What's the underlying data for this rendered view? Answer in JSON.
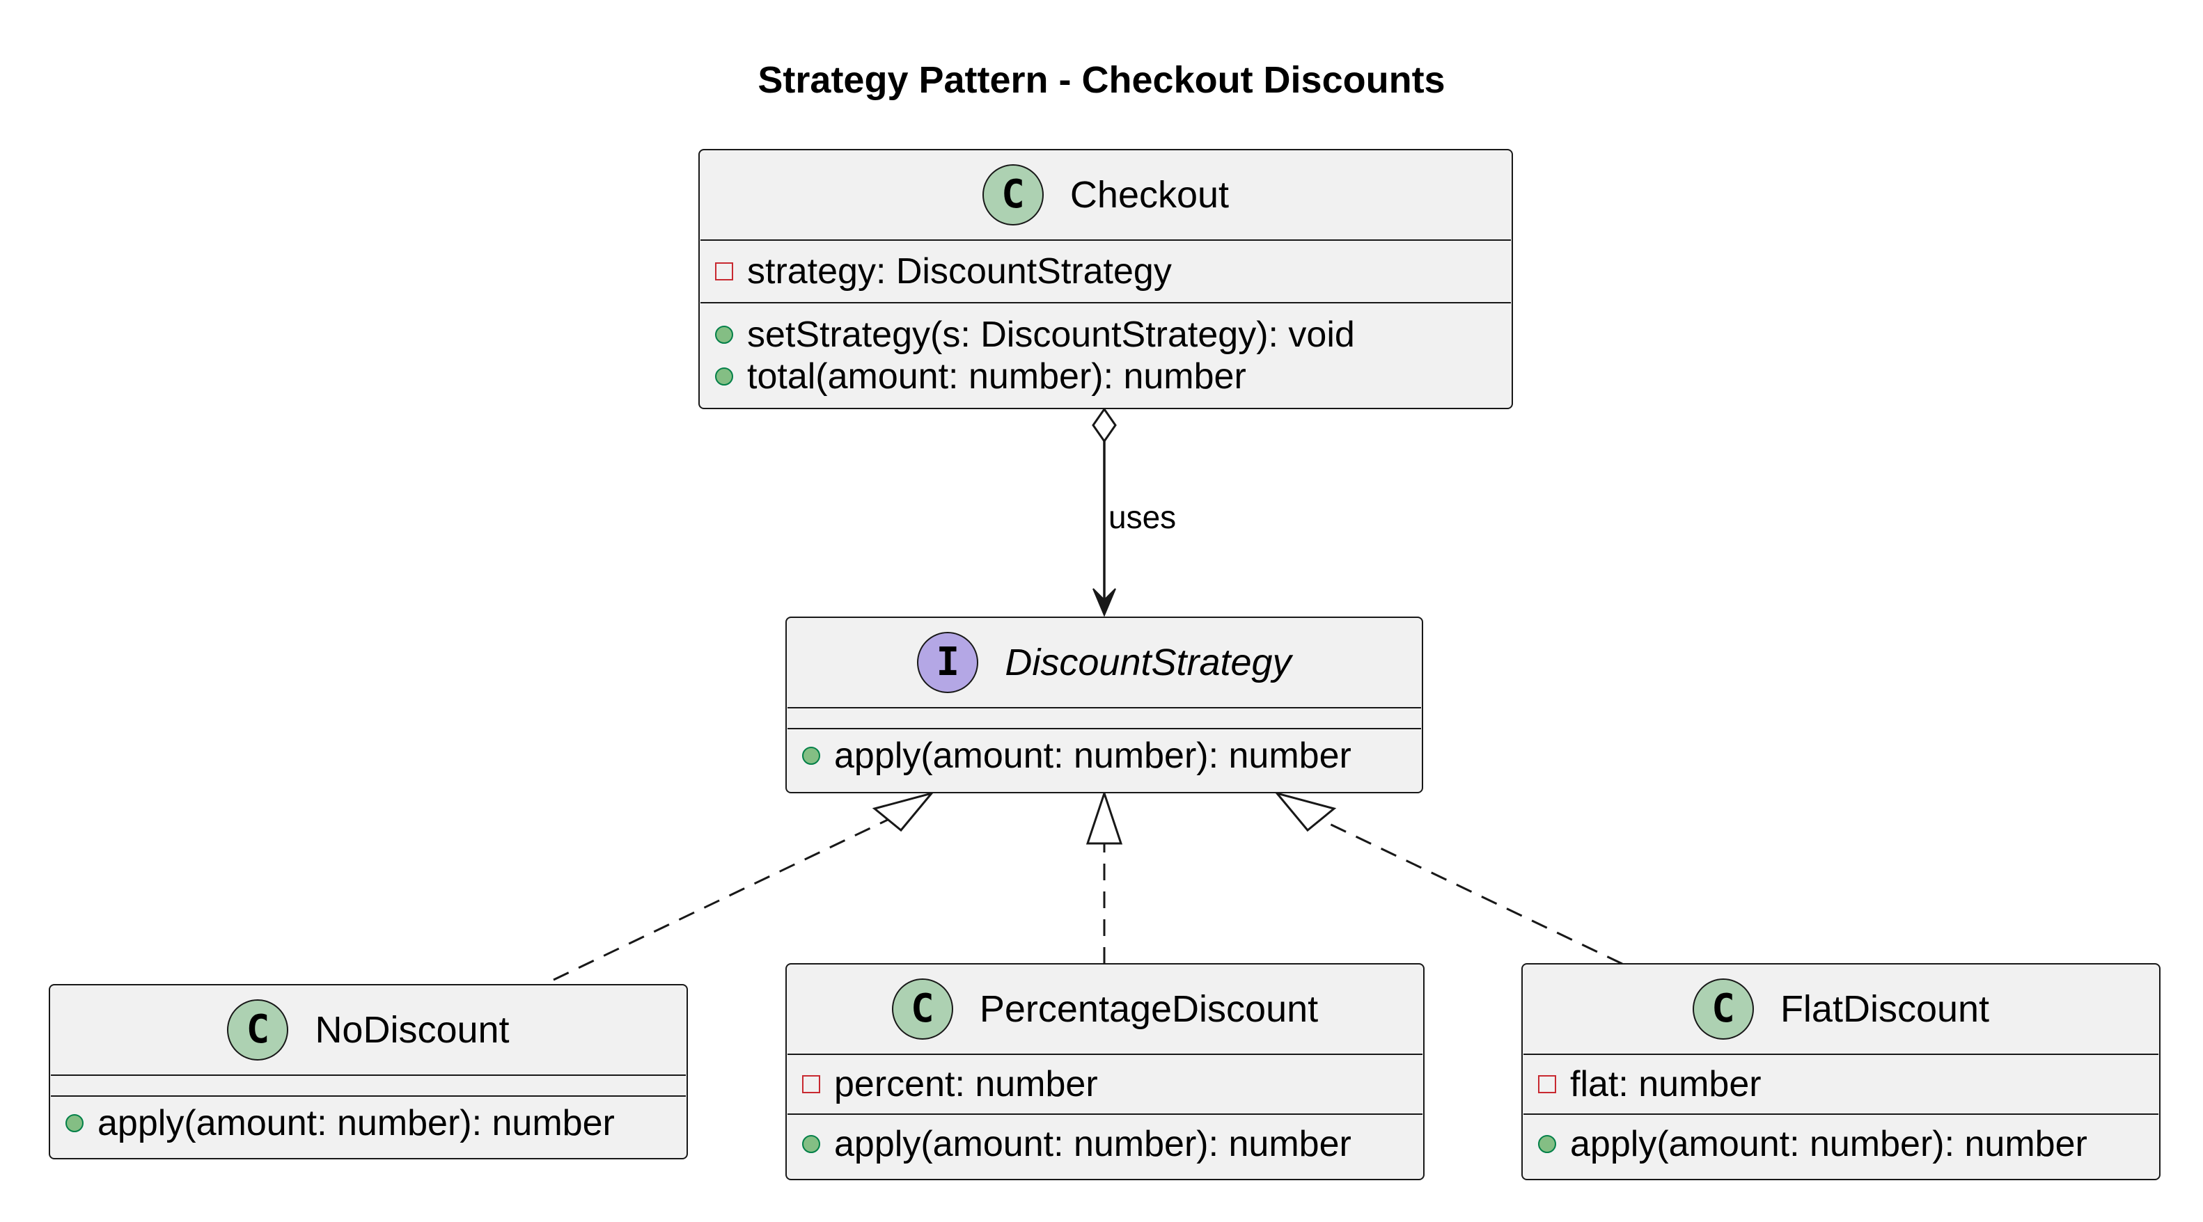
{
  "diagram": {
    "title": "Strategy Pattern - Checkout Discounts",
    "classes": {
      "checkout": {
        "badge": "C",
        "name": "Checkout",
        "fields": [
          {
            "visibility": "private",
            "text": "strategy: DiscountStrategy"
          }
        ],
        "methods": [
          {
            "visibility": "public",
            "text": "setStrategy(s: DiscountStrategy): void"
          },
          {
            "visibility": "public",
            "text": "total(amount: number): number"
          }
        ]
      },
      "discount_strategy": {
        "badge": "I",
        "name": "DiscountStrategy",
        "stereotype": "interface",
        "fields": [],
        "methods": [
          {
            "visibility": "public",
            "text": "apply(amount: number): number"
          }
        ]
      },
      "no_discount": {
        "badge": "C",
        "name": "NoDiscount",
        "fields": [],
        "methods": [
          {
            "visibility": "public",
            "text": "apply(amount: number): number"
          }
        ]
      },
      "percentage_discount": {
        "badge": "C",
        "name": "PercentageDiscount",
        "fields": [
          {
            "visibility": "private",
            "text": "percent: number"
          }
        ],
        "methods": [
          {
            "visibility": "public",
            "text": "apply(amount: number): number"
          }
        ]
      },
      "flat_discount": {
        "badge": "C",
        "name": "FlatDiscount",
        "fields": [
          {
            "visibility": "private",
            "text": "flat: number"
          }
        ],
        "methods": [
          {
            "visibility": "public",
            "text": "apply(amount: number): number"
          }
        ]
      }
    },
    "relations": [
      {
        "from": "Checkout",
        "to": "DiscountStrategy",
        "type": "aggregation",
        "label": "uses"
      },
      {
        "from": "NoDiscount",
        "to": "DiscountStrategy",
        "type": "realization",
        "label": ""
      },
      {
        "from": "PercentageDiscount",
        "to": "DiscountStrategy",
        "type": "realization",
        "label": ""
      },
      {
        "from": "FlatDiscount",
        "to": "DiscountStrategy",
        "type": "realization",
        "label": ""
      }
    ],
    "colors": {
      "class_fill": "#f1f1f1",
      "border": "#181818",
      "class_badge": "#add1b2",
      "interface_badge": "#b4a7e5",
      "private_marker": "#c82930",
      "public_marker_fill": "#84be84",
      "public_marker_border": "#038048"
    }
  }
}
